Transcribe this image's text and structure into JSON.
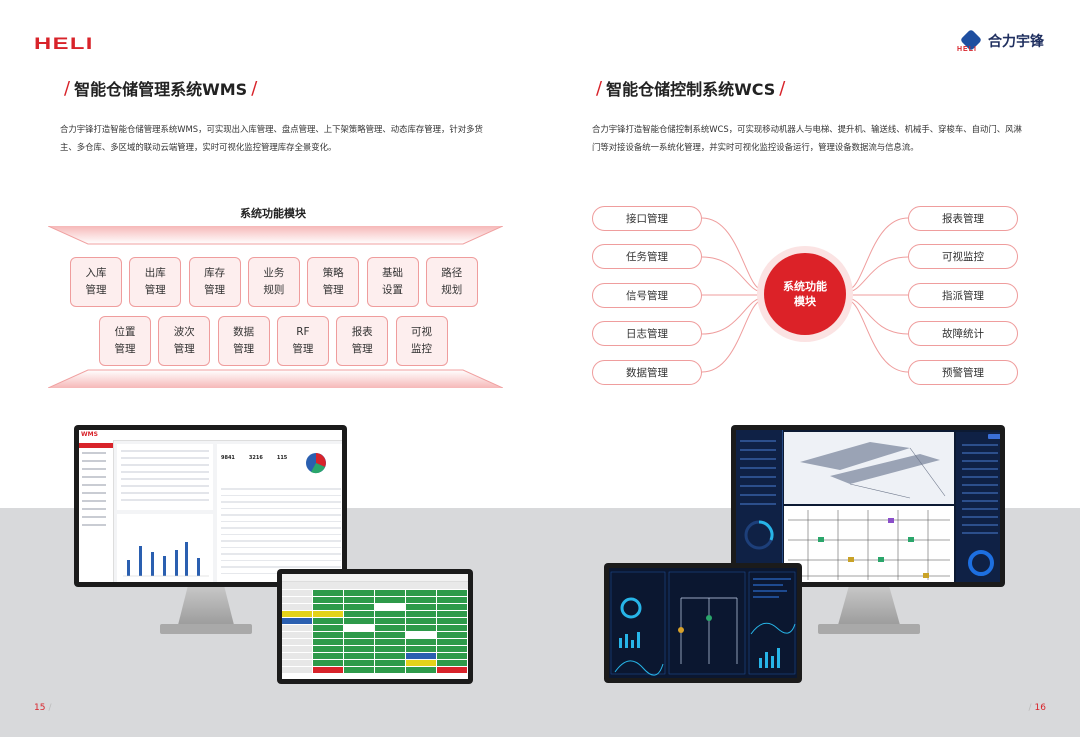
{
  "brand": {
    "left_logo": "HELI",
    "right_logo_mark": "HELI",
    "right_logo_text": "合力宇锋"
  },
  "wms": {
    "title": "智能仓储管理系统WMS",
    "description_line1": "合力宇锋打造智能仓储管理系统WMS，可实现出入库管理、盘点管理、上下架策略管理、动态库存管理，针对多货",
    "description_line2": "主、多仓库、多区域的联动云端管理，实时可视化监控管理库存全景变化。",
    "module_title": "系统功能模块",
    "modules_row1": [
      {
        "l1": "入库",
        "l2": "管理"
      },
      {
        "l1": "出库",
        "l2": "管理"
      },
      {
        "l1": "库存",
        "l2": "管理"
      },
      {
        "l1": "业务",
        "l2": "规则"
      },
      {
        "l1": "策略",
        "l2": "管理"
      },
      {
        "l1": "基础",
        "l2": "设置"
      },
      {
        "l1": "路径",
        "l2": "规划"
      }
    ],
    "modules_row2": [
      {
        "l1": "位置",
        "l2": "管理"
      },
      {
        "l1": "波次",
        "l2": "管理"
      },
      {
        "l1": "数据",
        "l2": "管理"
      },
      {
        "l1": "RF",
        "l2": "管理"
      },
      {
        "l1": "报表",
        "l2": "管理"
      },
      {
        "l1": "可视",
        "l2": "监控"
      }
    ],
    "screen_app_name": "WMS",
    "screen_stats": [
      "9841",
      "3216",
      "115"
    ]
  },
  "wcs": {
    "title": "智能仓储控制系统WCS",
    "description_line1": "合力宇锋打造智能仓储控制系统WCS，可实现移动机器人与电梯、提升机、输送线、机械手、穿梭车、自动门、风淋",
    "description_line2": "门等对接设备统一系统化管理，并实时可视化监控设备运行，管理设备数据流与信息流。",
    "center_line1": "系统功能",
    "center_line2": "模块",
    "left_items": [
      "接口管理",
      "任务管理",
      "信号管理",
      "日志管理",
      "数据管理"
    ],
    "right_items": [
      "报表管理",
      "可视监控",
      "指派管理",
      "故障统计",
      "预警管理"
    ]
  },
  "pages": {
    "left": "15",
    "right": "16"
  },
  "colors": {
    "brand_red": "#d8232a",
    "module_fill": "#fdeeee",
    "module_border": "#ef9d9d",
    "band": "#d8d9db"
  }
}
